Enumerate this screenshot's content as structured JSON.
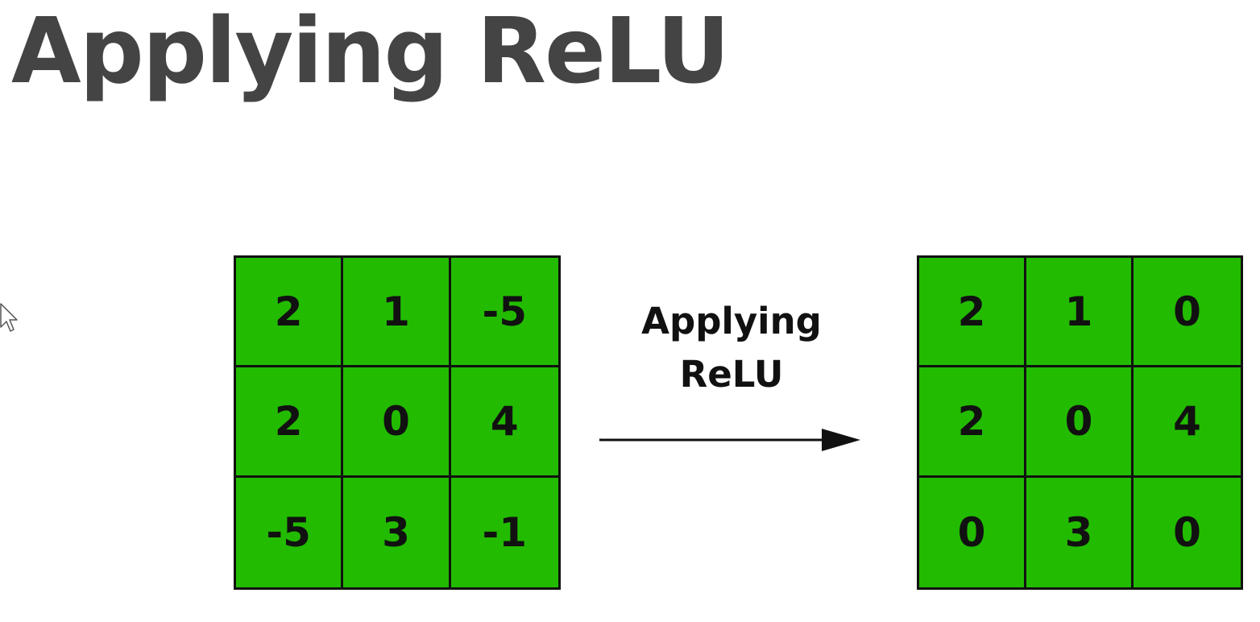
{
  "slide": {
    "title": "Applying ReLU"
  },
  "operation": {
    "label_line1": "Applying",
    "label_line2": "ReLU"
  },
  "input_matrix": {
    "rows": [
      [
        "2",
        "1",
        "-5"
      ],
      [
        "2",
        "0",
        "4"
      ],
      [
        "-5",
        "3",
        "-1"
      ]
    ]
  },
  "output_matrix": {
    "rows": [
      [
        "2",
        "1",
        "0"
      ],
      [
        "2",
        "0",
        "4"
      ],
      [
        "0",
        "3",
        "0"
      ]
    ]
  },
  "colors": {
    "cell_fill": "#22bb00",
    "grid_line": "#111111",
    "title_text": "#444444"
  },
  "icons": {
    "arrow": "right-arrow-icon",
    "cursor": "mouse-cursor-icon"
  }
}
